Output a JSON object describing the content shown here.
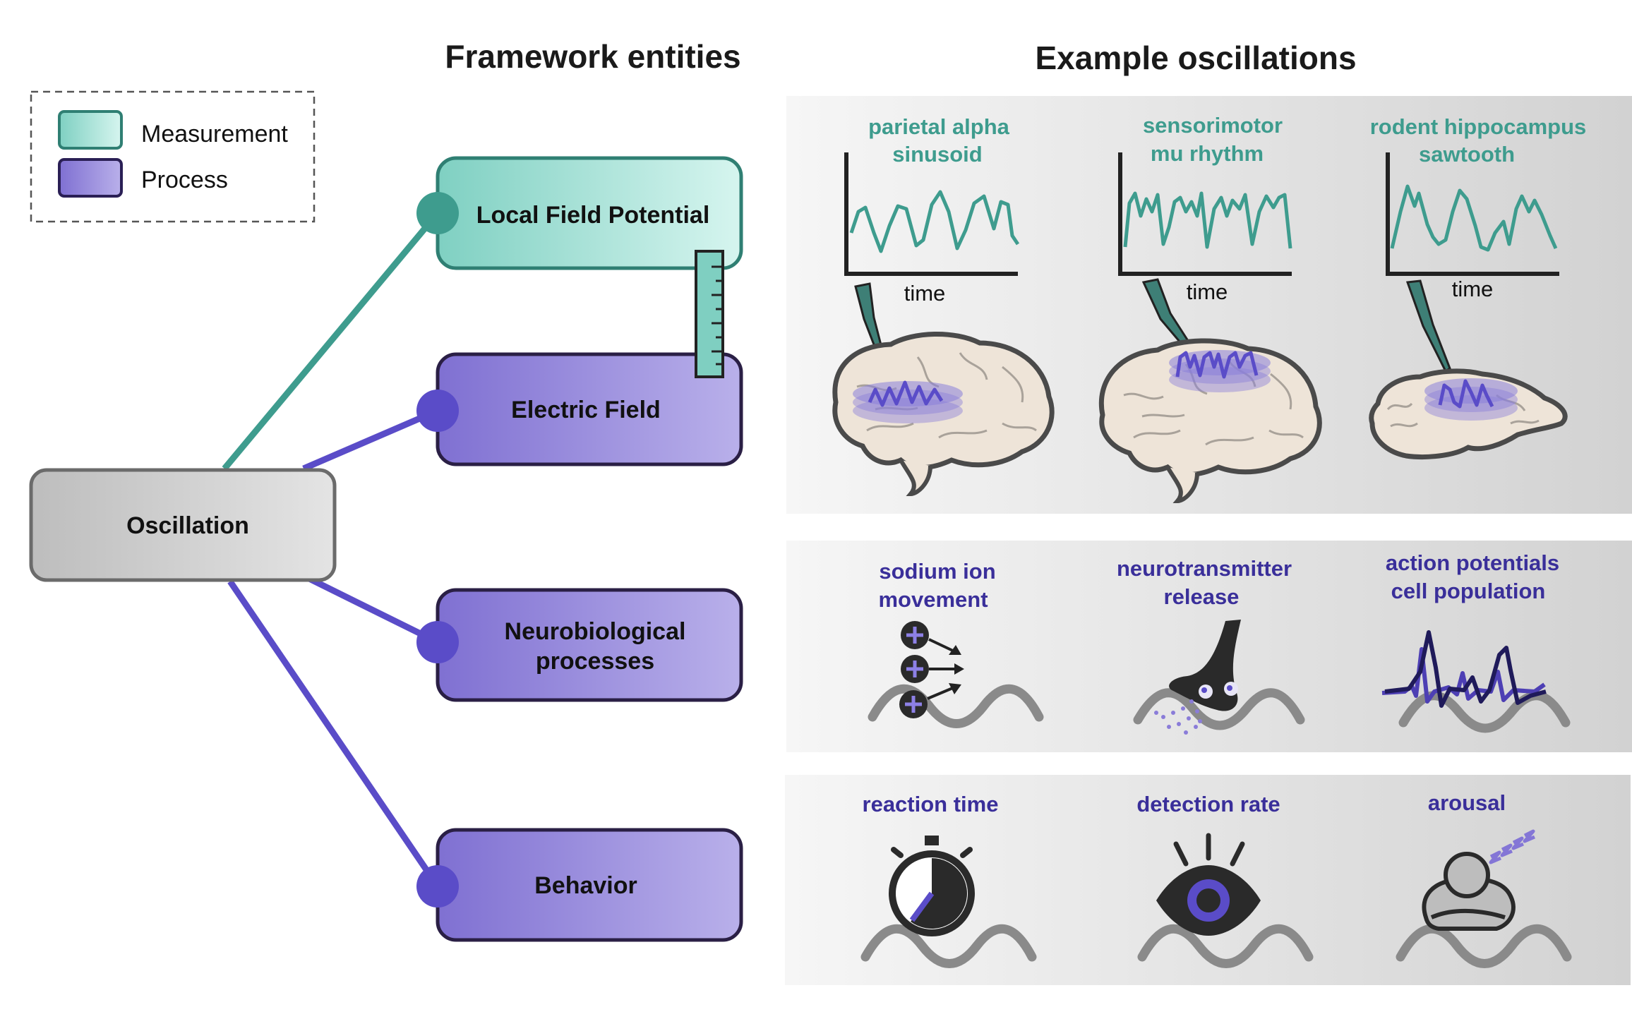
{
  "headings": {
    "framework": "Framework entities",
    "examples": "Example oscillations"
  },
  "legend": {
    "measurement": "Measurement",
    "process": "Process"
  },
  "nodes": {
    "root": "Oscillation",
    "lfp": "Local Field Potential",
    "electric_field": "Electric Field",
    "neuro_line1": "Neurobiological",
    "neuro_line2": "processes",
    "behavior": "Behavior"
  },
  "signals": [
    {
      "line1": "parietal alpha",
      "line2": "sinusoid",
      "axis": "time"
    },
    {
      "line1": "sensorimotor",
      "line2": "mu rhythm",
      "axis": "time"
    },
    {
      "line1": "rodent hippocampus",
      "line2": "sawtooth",
      "axis": "time"
    }
  ],
  "neuro_examples": [
    {
      "line1": "sodium ion",
      "line2": "movement",
      "icon": "ion-plus-icon"
    },
    {
      "line1": "neurotransmitter",
      "line2": "release",
      "icon": "synapse-icon"
    },
    {
      "line1": "action potentials",
      "line2": "cell population",
      "icon": "spike-train-icon"
    }
  ],
  "behavior_examples": [
    {
      "label": "reaction time",
      "icon": "stopwatch-icon"
    },
    {
      "label": "detection rate",
      "icon": "eye-icon"
    },
    {
      "label": "arousal",
      "icon": "sleeping-person-icon"
    }
  ],
  "colors": {
    "measurement": "#7fcfc1",
    "process": "#8476d6",
    "teal_text": "#3e9c8e",
    "purple_text": "#3a2f9a",
    "line_teal": "#3e9c8e",
    "line_purple": "#5a4cc8"
  }
}
